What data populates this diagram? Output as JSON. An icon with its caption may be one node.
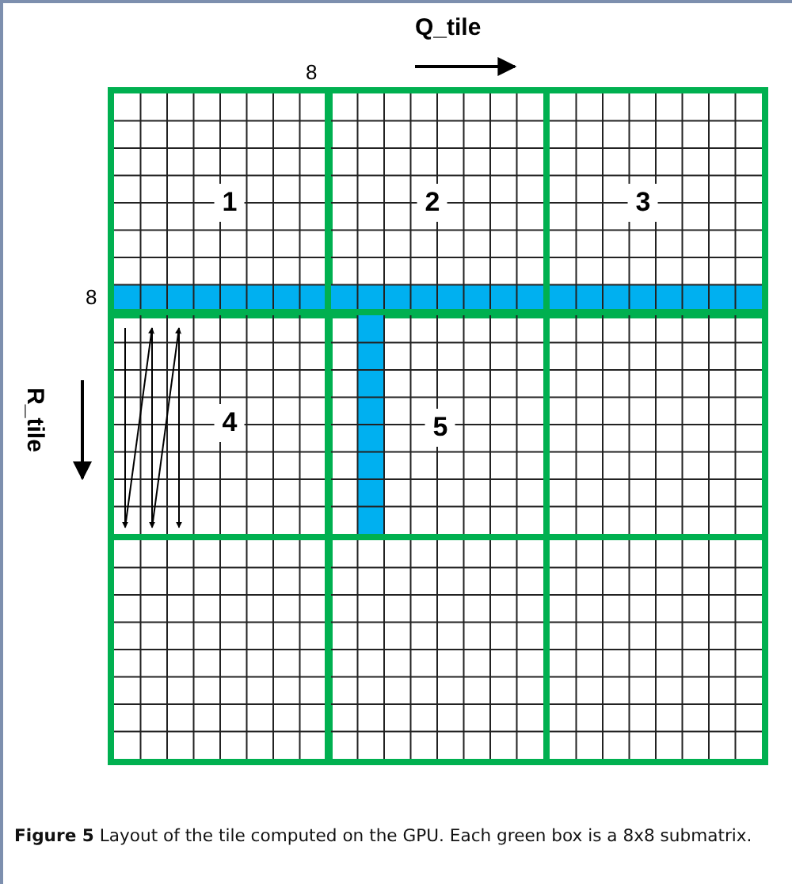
{
  "diagram": {
    "caption": "**Figure 5** Layout of the tile computed on the GPU. Each green box is a 8x8 submatrix.",
    "nodes": [
      {
        "text": [
          "1"
        ]
      },
      {
        "text": [
          "2"
        ]
      },
      {
        "text": [
          "3"
        ]
      },
      {
        "text": [
          "4"
        ]
      },
      {
        "text": [
          "5"
        ]
      },
      {
        "text": [],
        "shape": "box"
      },
      {
        "text": [],
        "shape": "box"
      },
      {
        "text": [],
        "shape": "box"
      },
      {
        "text": [],
        "shape": "box"
      }
    ],
    "edges": [],
    "labels": [
      "Q_tile",
      "8",
      "8",
      "R_tile"
    ]
  }
}
